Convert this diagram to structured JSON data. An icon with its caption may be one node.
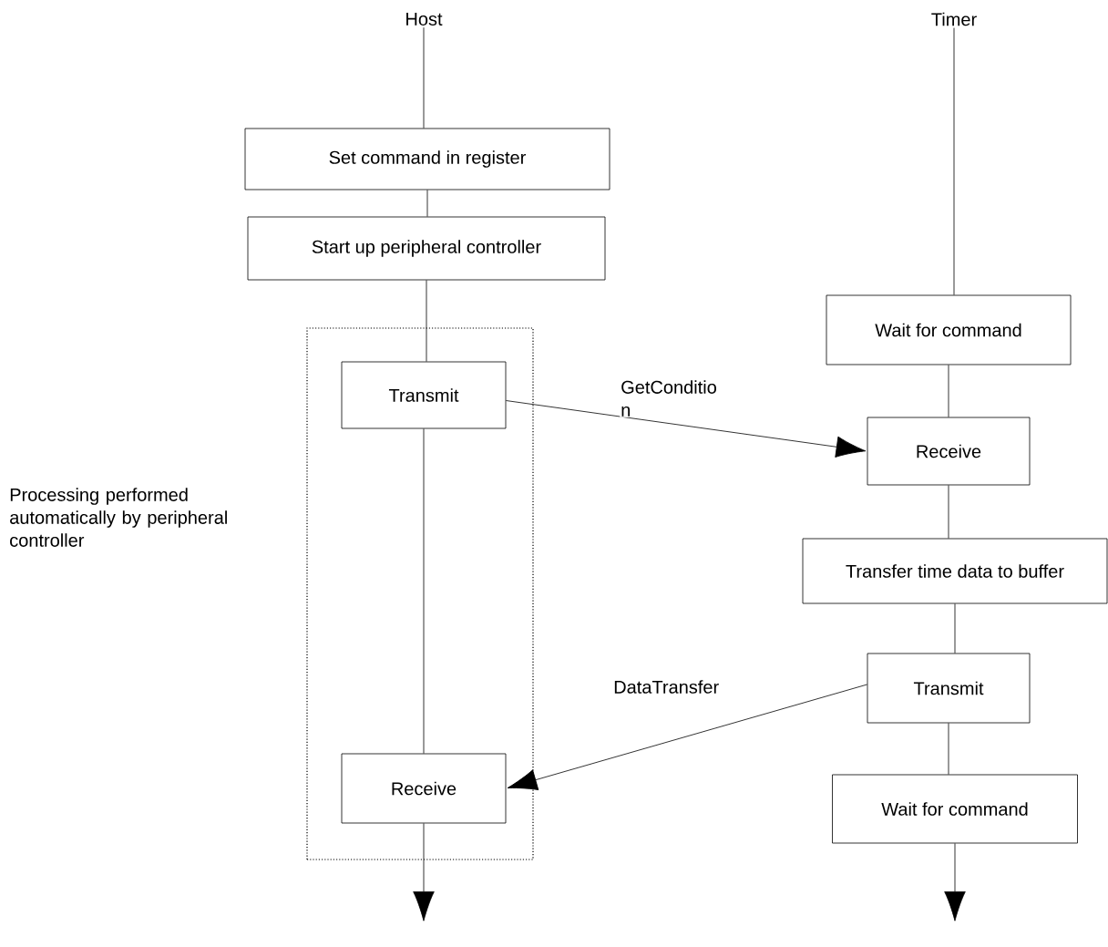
{
  "diagram": {
    "nodes": [
      {
        "text": [
          "Host"
        ]
      },
      {
        "text": [
          "Timer"
        ]
      },
      {
        "text": [
          "Set command in register"
        ]
      },
      {
        "text": [
          "Start up peripheral controller"
        ]
      },
      {
        "text": [],
        "shape": "box"
      },
      {
        "text": [
          "Transmit"
        ],
        "in": 4
      },
      {
        "text": [
          "Receive"
        ],
        "in": 4
      },
      {
        "text": [
          "Wait for command"
        ]
      },
      {
        "text": [
          "Receive"
        ]
      },
      {
        "text": [
          "Transfer time data to buffer"
        ]
      },
      {
        "text": [
          "Transmit"
        ]
      },
      {
        "text": [
          "Wait for command"
        ]
      }
    ],
    "edges": [
      {
        "from": 0,
        "to": 2,
        "arrow": "none"
      },
      {
        "from": 2,
        "to": 3,
        "arrow": "none"
      },
      {
        "from": 3,
        "to": 5,
        "arrow": "none"
      },
      {
        "from": 5,
        "to": 6,
        "arrow": "none"
      },
      {
        "from": 6,
        "to": null,
        "arrow": "to"
      },
      {
        "from": 1,
        "to": 7,
        "arrow": "none"
      },
      {
        "from": 7,
        "to": 8,
        "arrow": "none"
      },
      {
        "from": 8,
        "to": 9,
        "arrow": "none"
      },
      {
        "from": 9,
        "to": 10,
        "arrow": "none"
      },
      {
        "from": 10,
        "to": 11,
        "arrow": "none"
      },
      {
        "from": 11,
        "to": null,
        "arrow": "to"
      },
      {
        "from": 5,
        "to": 8,
        "arrow": "to",
        "label": "GetConditio n"
      },
      {
        "from": 10,
        "to": 6,
        "arrow": "to",
        "label": "DataTransfer"
      }
    ],
    "labels": [
      "Processing performed automatically by peripheral controller"
    ]
  }
}
